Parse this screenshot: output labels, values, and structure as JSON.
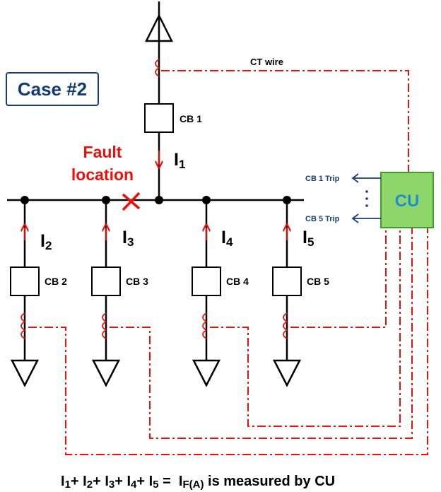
{
  "case_label": "Case #2",
  "ct_wire_label": "CT wire",
  "fault_label_line1": "Fault",
  "fault_label_line2": "location",
  "cu_label": "CU",
  "trip_top": "CB 1 Trip",
  "trip_bottom": "CB 5 Trip",
  "breakers": [
    {
      "name": "CB 1",
      "current_base": "I",
      "current_sub": "1"
    },
    {
      "name": "CB 2",
      "current_base": "I",
      "current_sub": "2"
    },
    {
      "name": "CB 3",
      "current_base": "I",
      "current_sub": "3"
    },
    {
      "name": "CB 4",
      "current_base": "I",
      "current_sub": "4"
    },
    {
      "name": "CB 5",
      "current_base": "I",
      "current_sub": "5"
    }
  ],
  "equation": {
    "t1": "I",
    "s1": "1",
    "p1": "+",
    "t2": "I",
    "s2": "2",
    "p2": "+",
    "t3": "I",
    "s3": "3",
    "p3": "+",
    "t4": "I",
    "s4": "4",
    "p4": "+",
    "t5": "I",
    "s5": "5",
    "eq": " = ",
    "t6": "I",
    "s6": "F(A)",
    "tail": " is measured by CU"
  },
  "colors": {
    "bus": "#000000",
    "ct_wire": "#e8120c",
    "cu_fill": "#8fd66a",
    "cu_border": "#3f9d2a",
    "cu_text": "#1f8fd1",
    "trip_arrow": "#1a3d6e"
  }
}
